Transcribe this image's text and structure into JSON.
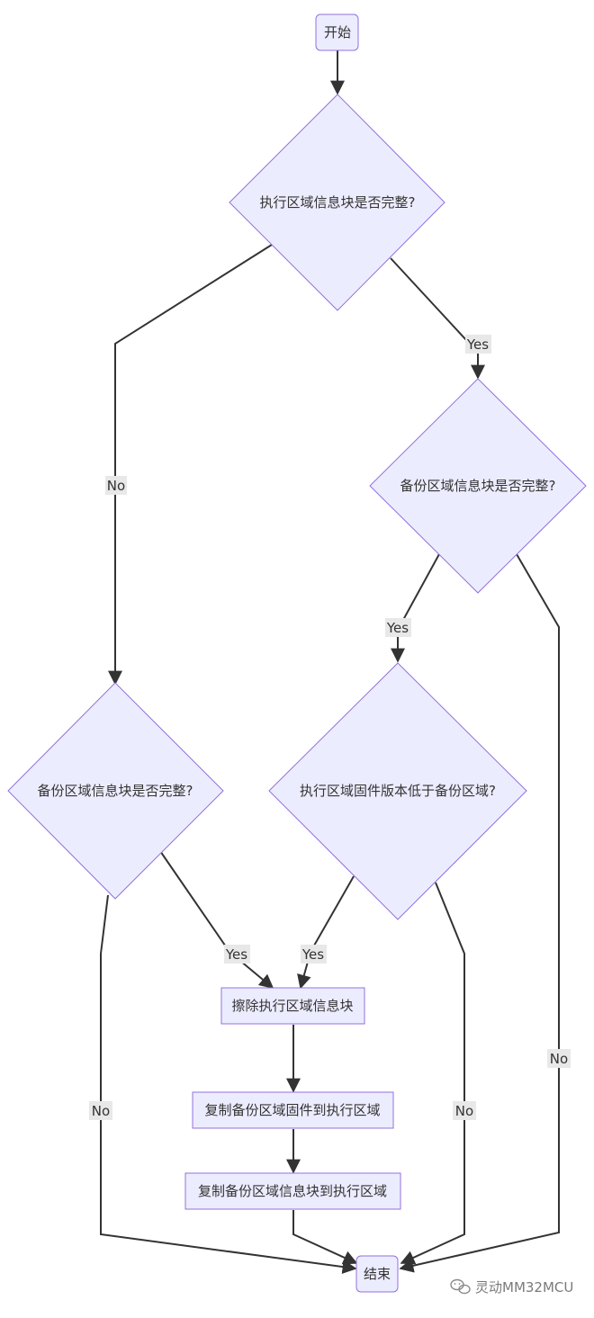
{
  "flowchart": {
    "nodes": {
      "start": "开始",
      "decision_exec_complete": "执行区域信息块是否完整?",
      "decision_backup_complete_right": "备份区域信息块是否完整?",
      "decision_backup_complete_left": "备份区域信息块是否完整?",
      "decision_version_lower": "执行区域固件版本低于备份区域?",
      "erase_exec_info": "擦除执行区域信息块",
      "copy_backup_firmware": "复制备份区域固件到执行区域",
      "copy_backup_info": "复制备份区域信息块到执行区域",
      "end": "结束"
    },
    "edge_labels": {
      "exec_no": "No",
      "exec_yes": "Yes",
      "backup_right_yes": "Yes",
      "backup_right_no": "No",
      "backup_left_yes": "Yes",
      "backup_left_no": "No",
      "version_yes": "Yes",
      "version_no": "No"
    },
    "colors": {
      "node_fill": "#ECECFF",
      "node_stroke": "#9370DB",
      "edge": "#333333",
      "label_bg": "#E8E8E8"
    }
  },
  "watermark": {
    "text": "灵动MM32MCU",
    "icon": "wechat-icon"
  }
}
